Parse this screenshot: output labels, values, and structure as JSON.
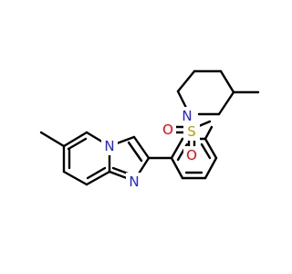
{
  "molecule": {
    "atoms": {
      "n_pyridinium": {
        "label": "N",
        "color": "#2020ff"
      },
      "n_imidazole": {
        "label": "N",
        "color": "#2020ff"
      },
      "n_piperidine": {
        "label": "N",
        "color": "#2020ff"
      },
      "sulfur": {
        "label": "S",
        "color": "#b8a000"
      },
      "oxygen_top": {
        "label": "O",
        "color": "#ff0000"
      },
      "oxygen_bottom": {
        "label": "O",
        "color": "#ff0000"
      }
    },
    "bond_color": "#000000"
  }
}
